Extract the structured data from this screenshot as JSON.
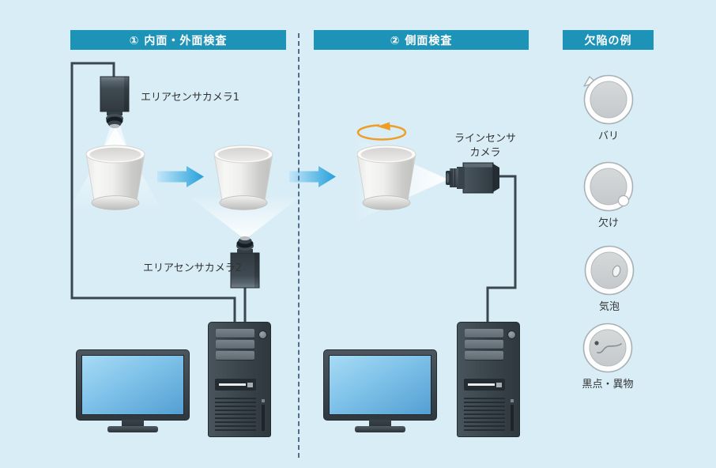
{
  "canvas": {
    "background": "#d9edf6"
  },
  "headers": {
    "step1": "① 内面・外面検査",
    "step2": "② 側面検査",
    "defects": "欠陥の例"
  },
  "labels": {
    "area_camera1": "エリアセンサカメラ1",
    "area_camera2": "エリアセンサカメラ2",
    "line_camera": "ラインセンサ\nカメラ"
  },
  "defects": [
    {
      "label": "バリ"
    },
    {
      "label": "欠け"
    },
    {
      "label": "気泡"
    },
    {
      "label": "黒点・異物"
    }
  ],
  "colors": {
    "header_bg": "#1e93b8",
    "header_text": "#ffffff",
    "background": "#d9edf6",
    "arrow_blue": "#25a0db",
    "rotation_orange": "#ef9d28",
    "cable": "#3b464e",
    "label_text": "#333333",
    "screen_blue": "#7fc2e9"
  }
}
